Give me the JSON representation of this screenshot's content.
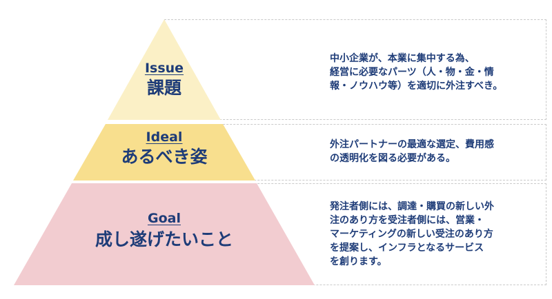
{
  "colors": {
    "issue_fill": "#fbf0c6",
    "ideal_fill": "#f8df8e",
    "goal_fill": "#f2ccd0",
    "text": "#1e3c78",
    "dashed_border": "#c9c9c9"
  },
  "tiers": {
    "issue": {
      "title_en": "Issue",
      "title_ja": "課題",
      "description": [
        "中小企業が、本業に集中する為、",
        "経営に必要なパーツ（人・物・金・情",
        "報・ノウハウ等）を適切に外注すべき。"
      ]
    },
    "ideal": {
      "title_en": "Ideal",
      "title_ja": "あるべき姿",
      "description": [
        "外注パートナーの最適な選定、費用感",
        "の透明化を図る必要がある。"
      ]
    },
    "goal": {
      "title_en": "Goal",
      "title_ja": "成し遂げたいこと",
      "description": [
        "発注者側には、調達・購買の新しい外",
        "注のあり方を受注者側には、営業・",
        "マーケティングの新しい受注のあり方",
        "を提案し、インフラとなるサービス",
        "を創ります。"
      ]
    }
  }
}
